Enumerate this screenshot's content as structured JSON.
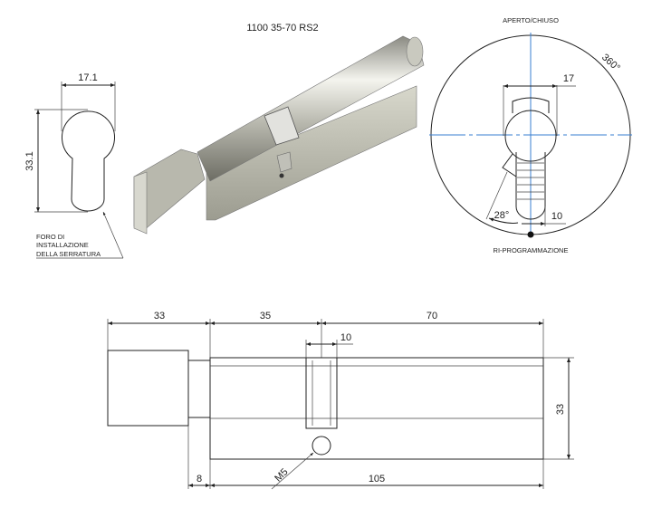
{
  "title": "1100 35-70 RS2",
  "keyhole": {
    "width_dim": "17.1",
    "height_dim": "33.1",
    "label_lines": [
      "FORO DI",
      "INSTALLAZIONE",
      "DELLA SERRATURA"
    ]
  },
  "rotation_view": {
    "top_label": "APERTO/CHIUSO",
    "bottom_label": "RI-PROGRAMMAZIONE",
    "angle_full": "360°",
    "knob_width_dim": "17",
    "cam_angle": "28°",
    "cam_width_dim": "10"
  },
  "side_view": {
    "dim_knob": "33",
    "dim_inner": "35",
    "dim_outer": "70",
    "dim_cam": "10",
    "dim_height": "33",
    "dim_neck": "8",
    "dim_body": "105",
    "screw_label": "M5"
  },
  "colors": {
    "guide_line": "#3a7fd0"
  }
}
